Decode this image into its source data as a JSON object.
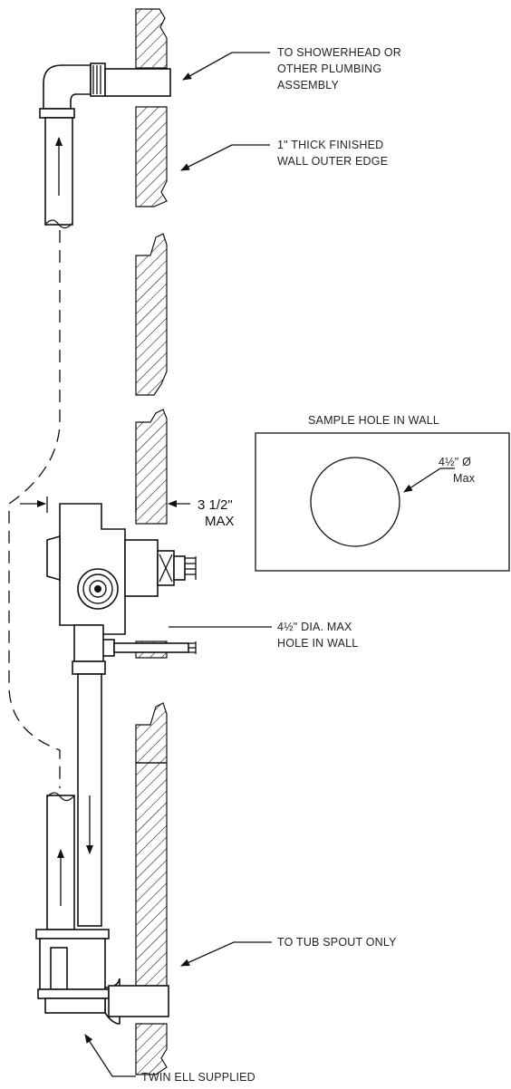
{
  "labels": {
    "showerhead_line1": "TO SHOWERHEAD OR",
    "showerhead_line2": "OTHER PLUMBING",
    "showerhead_line3": "ASSEMBLY",
    "wall_line1": "1\" THICK FINISHED",
    "wall_line2": "WALL OUTER EDGE",
    "sample_title": "SAMPLE HOLE IN WALL",
    "sample_dim_line1": "4½\" Ø",
    "sample_dim_line2": "Max",
    "depth_line1": "3 1/2\"",
    "depth_line2": "MAX",
    "hole_line1": "4½\" DIA. MAX",
    "hole_line2": "HOLE IN WALL",
    "tub_spout": "TO TUB SPOUT ONLY",
    "twin_ell": "TWIN ELL SUPPLIED"
  },
  "colors": {
    "ink": "#111111",
    "background": "#ffffff"
  }
}
